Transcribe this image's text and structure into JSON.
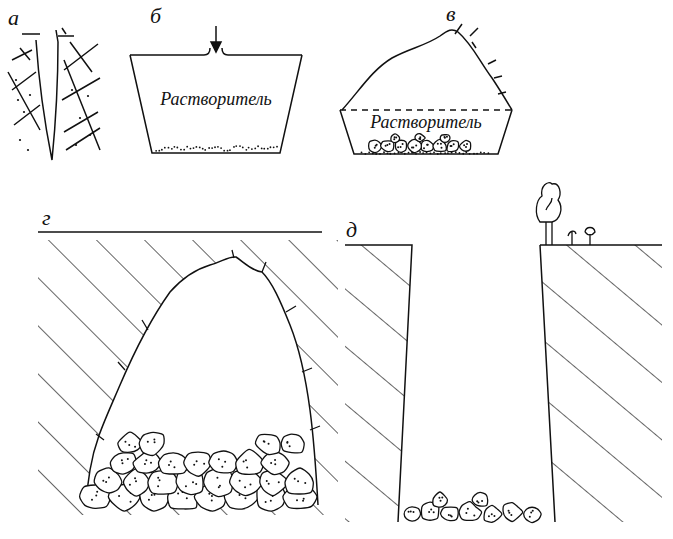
{
  "diagram": {
    "nodes": [
      {
        "text": [
          "Растворитель"
        ]
      },
      {
        "text": [
          "Растворитель"
        ]
      }
    ],
    "labels": [
      "а",
      "б",
      "в",
      "г",
      "д"
    ]
  }
}
